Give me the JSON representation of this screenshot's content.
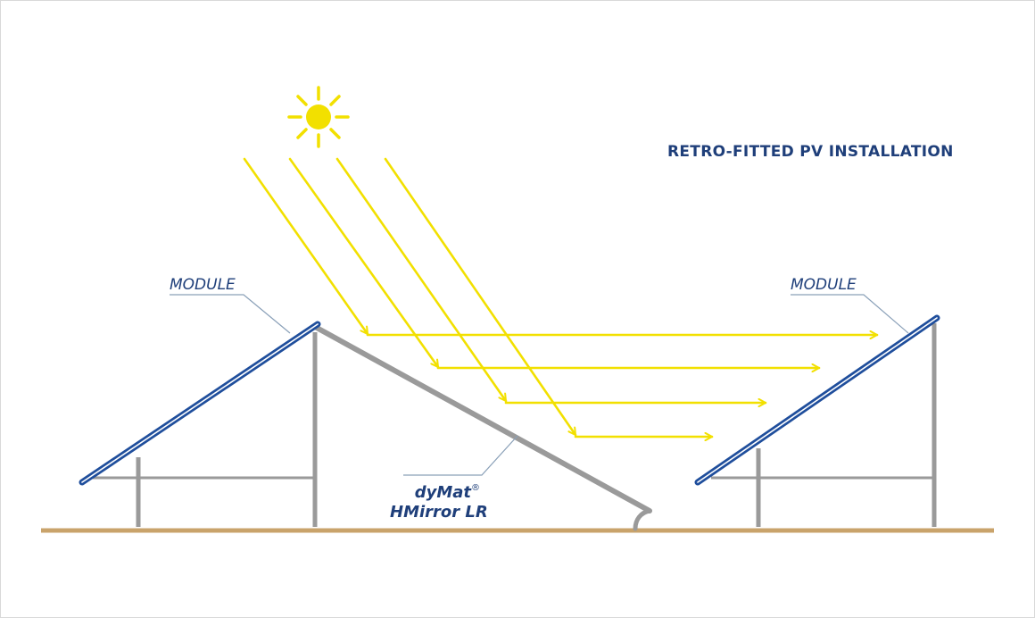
{
  "diagram": {
    "title": "RETRO-FITTED PV INSTALLATION",
    "left_module_label": "MODULE",
    "right_module_label": "MODULE",
    "product_name": "dyMat",
    "product_mark": "®",
    "product_model": "HMirror LR",
    "icons": [
      "sun-icon"
    ],
    "colors": {
      "title": "#1f3f7a",
      "module": "#1f4e9c",
      "ray": "#f2e000",
      "sun": "#f2e000",
      "frame": "#9a9a9a",
      "ground": "#c9a36b",
      "leader": "#8aa0b8"
    }
  }
}
